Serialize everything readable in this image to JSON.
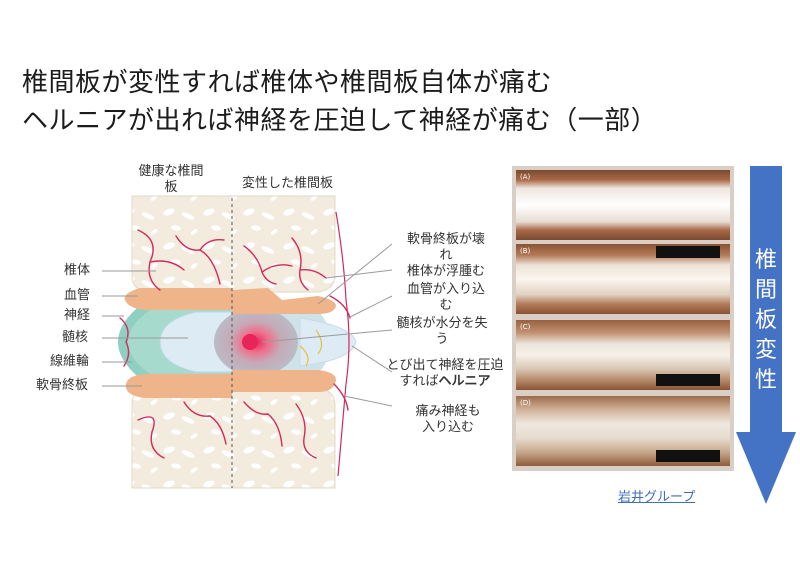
{
  "title": {
    "line1": "椎間板が変性すれば椎体や椎間板自体が痛む",
    "line2": "ヘルニアが出れば神経を圧迫して神経が痛む（一部）"
  },
  "diagram": {
    "column_healthy": {
      "line1": "健康な椎間",
      "line2": "板"
    },
    "column_degenerated": "変性した椎間板",
    "left_labels": {
      "vertebral_body": "椎体",
      "blood_vessel": "血管",
      "nerve": "神経",
      "nucleus": "髄核",
      "annulus": "線維輪",
      "endplate": "軟骨終板"
    },
    "right_labels": {
      "endplate_broken": {
        "line1": "軟骨終板が壊",
        "line2": "れ"
      },
      "vertebra_edema": "椎体が浮腫む",
      "vessels_enter": {
        "line1": "血管が入り込",
        "line2": "む"
      },
      "nucleus_water_loss": {
        "line1": "髄核が水分を失",
        "line2": "う"
      },
      "herniation": {
        "line1": "とび出て神経を圧迫",
        "line2_prefix": "すれば",
        "line2_bold": "ヘルニア"
      },
      "pain_nerve": {
        "line1": "痛み神経も",
        "line2": "入り込む"
      }
    }
  },
  "photo_panels": [
    "(A)",
    "(B)",
    "(C)",
    "(D)"
  ],
  "credit": "岩井グループ",
  "arrow_label": [
    "椎",
    "間",
    "板",
    "変",
    "性"
  ],
  "colors": {
    "bone": "#f2ebde",
    "endplate": "#efb489",
    "annulus": "#8fd0c2",
    "nucleus": "#dcebf4",
    "vessel": "#d22a5c",
    "herniation_core": "#e8245a",
    "arrow": "#4472c4",
    "credit": "#3e6fb7"
  }
}
